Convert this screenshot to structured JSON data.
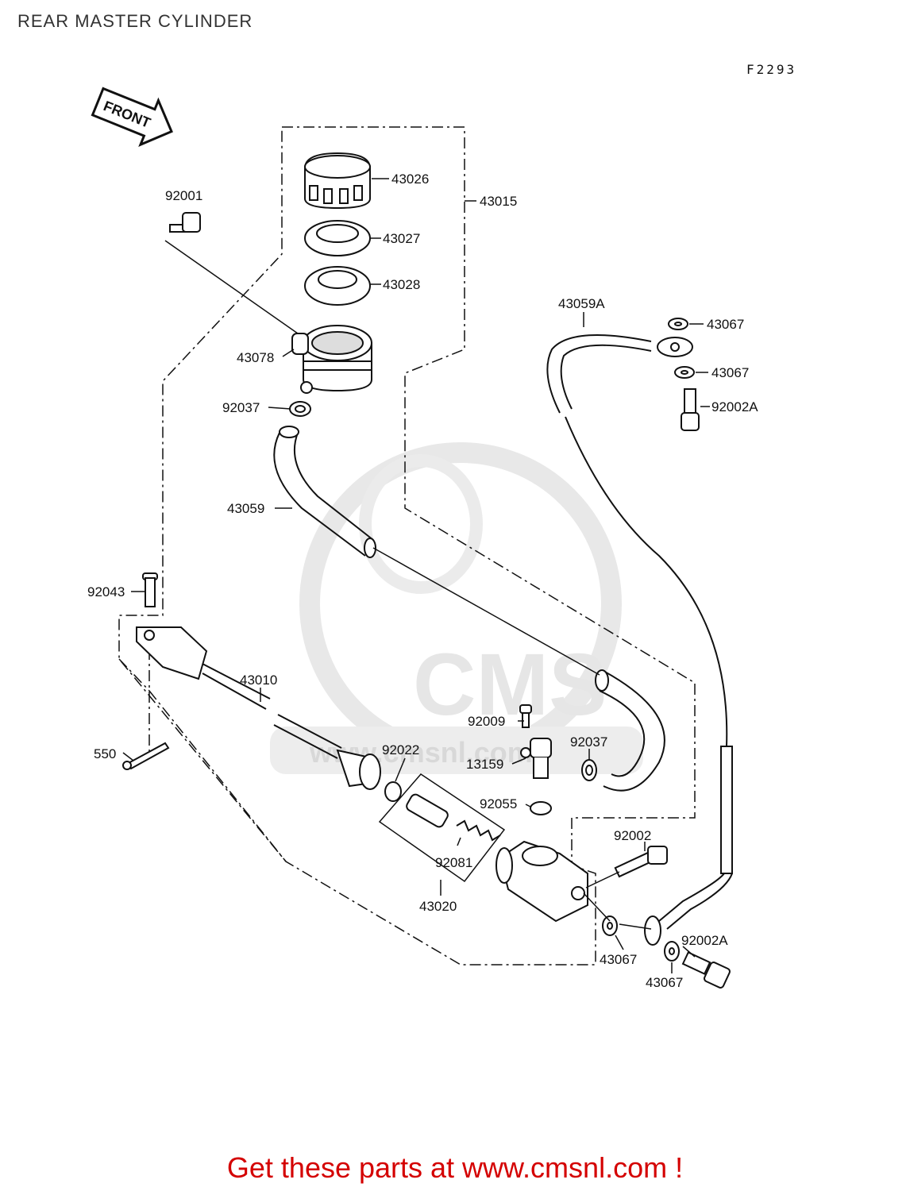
{
  "title": "REAR MASTER CYLINDER",
  "figure_code": "F2293",
  "front_arrow_text": "FRONT",
  "watermark": {
    "brand": "CMS",
    "url": "www.cmsnl.com"
  },
  "parts": [
    "43026",
    "43015",
    "43027",
    "43028",
    "92001",
    "43078",
    "92037",
    "43059",
    "43059A",
    "43067",
    "43067",
    "92002A",
    "92043",
    "43010",
    "550",
    "92022",
    "92009",
    "92037",
    "13159",
    "92055",
    "92081",
    "43020",
    "92002",
    "43067",
    "43067",
    "92002A"
  ],
  "footer": "Get these parts at www.cmsnl.com !"
}
